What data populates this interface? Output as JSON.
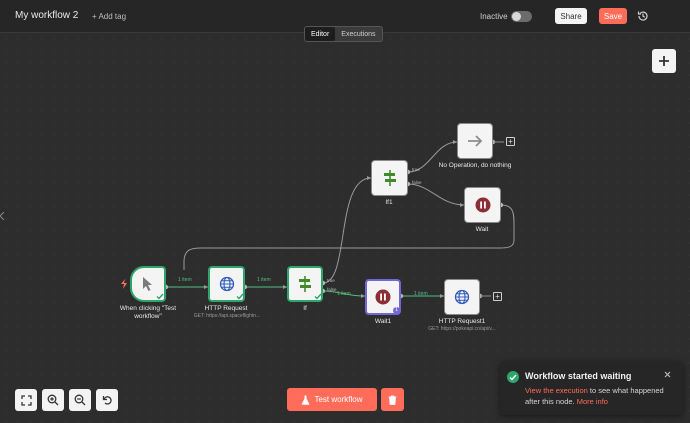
{
  "header": {
    "title": "My workflow 2",
    "add_tag": "+ Add tag",
    "status_label": "Inactive",
    "share_label": "Share",
    "save_label": "Save"
  },
  "tabs": [
    {
      "label": "Editor",
      "active": true
    },
    {
      "label": "Executions",
      "active": false
    }
  ],
  "nodes": {
    "trigger": {
      "label": "When clicking \"Test workflow\""
    },
    "http1": {
      "label": "HTTP Request",
      "sub": "GET: https://api.spaceflightn..."
    },
    "if": {
      "label": "If",
      "true_label": "true",
      "false_label": "false"
    },
    "if1": {
      "label": "If1",
      "true_label": "true",
      "false_label": "false"
    },
    "noop": {
      "label": "No Operation, do nothing"
    },
    "wait": {
      "label": "Wait"
    },
    "wait1": {
      "label": "Wait1",
      "badge": "1"
    },
    "http2": {
      "label": "HTTP Request1",
      "sub": "GET: https://pokeapi.co/api/v..."
    }
  },
  "connections": {
    "trigger_http": "1 item",
    "http_if": "1 item",
    "if_wait1": "1 item",
    "wait1_http2": "1 item"
  },
  "footer": {
    "test_label": "Test workflow"
  },
  "toast": {
    "title": "Workflow started waiting",
    "link_text": "View the execution",
    "body_text": " to see what happened after this node. ",
    "more_info": "More info"
  },
  "colors": {
    "accent": "#ff6d5a",
    "success": "#2ea56b",
    "waiting": "#7367d6",
    "canvas": "#2d2d2d"
  }
}
